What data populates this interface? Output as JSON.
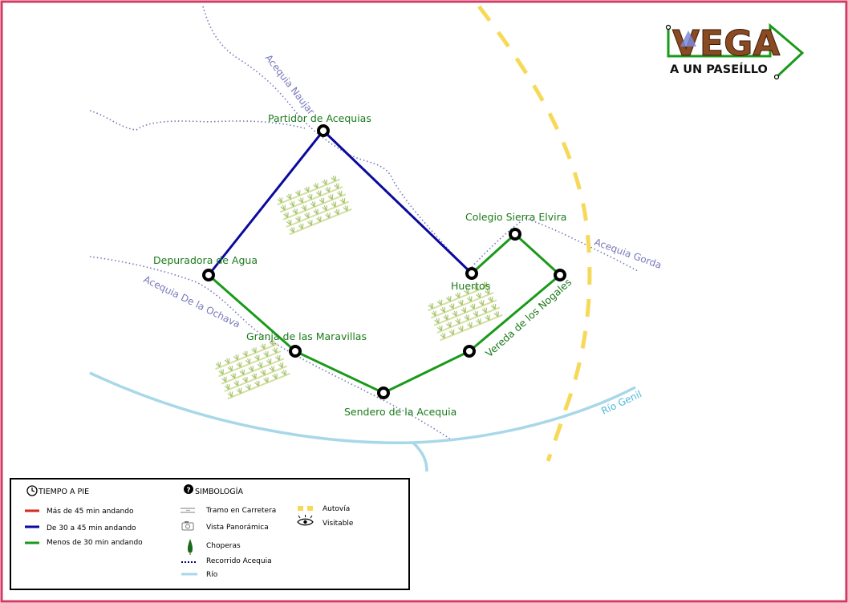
{
  "logo": {
    "title": "VEGA",
    "subtitle": "A UN PASEÍLLO"
  },
  "waterways": {
    "naujar": "Acequia Naujar",
    "gorda": "Acequia Gorda",
    "ochava": "Acequia De la Ochava",
    "river": "Río Genil"
  },
  "stops": {
    "partidor": "Partidor de Acequias",
    "colegio": "Colegio Sierra Elvira",
    "depuradora": "Depuradora de Agua",
    "huertos": "Huertos",
    "granja": "Granja de las Maravillas",
    "sendero": "Sendero de la Acequia",
    "vereda": "Vereda de los Nogales"
  },
  "legend": {
    "time_header": "TIEMPO A PIE",
    "symbols_header": "SIMBOLOGÍA",
    "time_items": [
      {
        "label": "Más de 45 min andando",
        "color": "#d42a1c"
      },
      {
        "label": "De 30 a 45 min andando",
        "color": "#0a0a9e"
      },
      {
        "label": "Menos de 30 min andando",
        "color": "#1a9a1a"
      }
    ],
    "symbol_items": [
      "Tramo en Carretera",
      "Vista Panorámica",
      "Choperas",
      "Recorrido Acequia",
      "Río"
    ],
    "extra_items": [
      "Autovía",
      "Visitable"
    ]
  },
  "colors": {
    "frame": "#d23a63",
    "route_blue": "#0a0a9e",
    "route_green": "#1a9a1a",
    "acequia": "#7777bb",
    "river": "#a8d8e8",
    "autovia": "#f7d95a",
    "label_green": "#1a7a1a"
  }
}
